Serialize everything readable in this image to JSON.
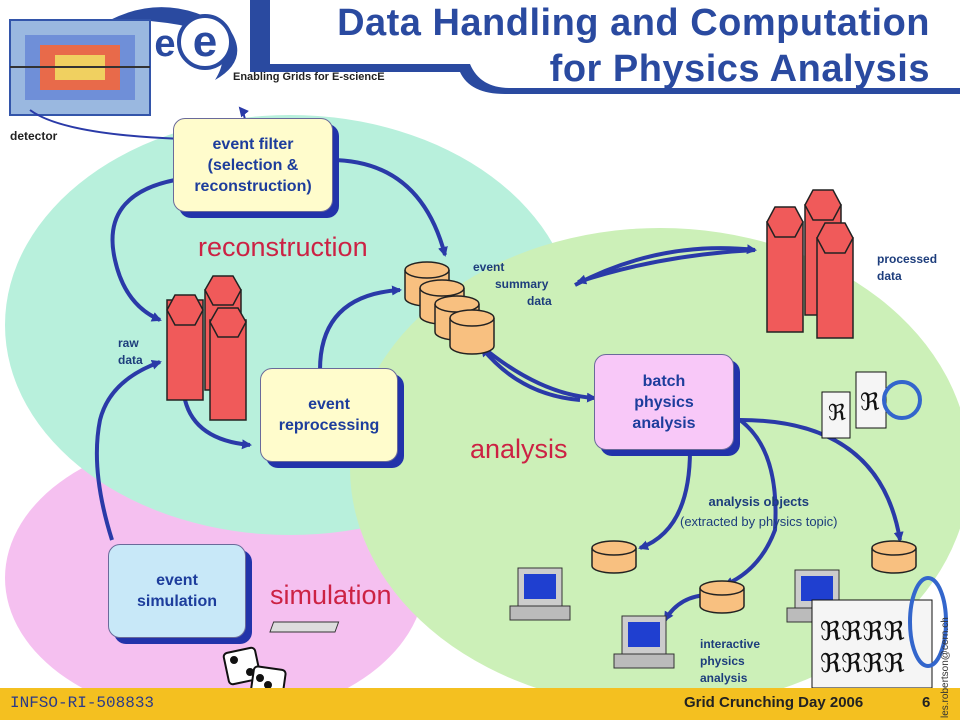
{
  "header": {
    "title_line1": "Data Handling and Computation",
    "title_line2": "for Physics Analysis",
    "logo_subtitle": "Enabling Grids for E-sciencE",
    "logo_letter": "e"
  },
  "labels": {
    "detector": "detector",
    "event_filter": [
      "event filter",
      "(selection &",
      "reconstruction)"
    ],
    "reconstruction": "reconstruction",
    "event_summary": [
      "event",
      "summary",
      "data"
    ],
    "processed_data": [
      "processed",
      "data"
    ],
    "raw_data": [
      "raw",
      "data"
    ],
    "event_reprocessing": [
      "event",
      "reprocessing"
    ],
    "batch_analysis": [
      "batch",
      "physics",
      "analysis"
    ],
    "analysis": "analysis",
    "analysis_objects": [
      "analysis objects",
      "(extracted by physics topic)"
    ],
    "event_simulation": [
      "event",
      "simulation"
    ],
    "simulation": "simulation",
    "interactive_analysis": [
      "interactive",
      "physics",
      "analysis"
    ]
  },
  "footer": {
    "project": "INFSO-RI-508833",
    "event": "Grid Crunching Day 2006",
    "page": "6",
    "credit": "les.robertson@cern.ch"
  },
  "colors": {
    "recon_zone": "#b8f0dc",
    "analysis_zone": "#ccf0b8",
    "sim_zone": "#f5c0f0",
    "box_yellow": "#fffccc",
    "box_pink": "#f8c8f8",
    "box_blue": "#c8e8f8",
    "cylinder": "#f8c080",
    "hexagon": "#f05a5a",
    "arrow": "#2a3aa8",
    "title": "#2a4aa0",
    "footer": "#f4c020",
    "zone_label": "#cc2244"
  }
}
